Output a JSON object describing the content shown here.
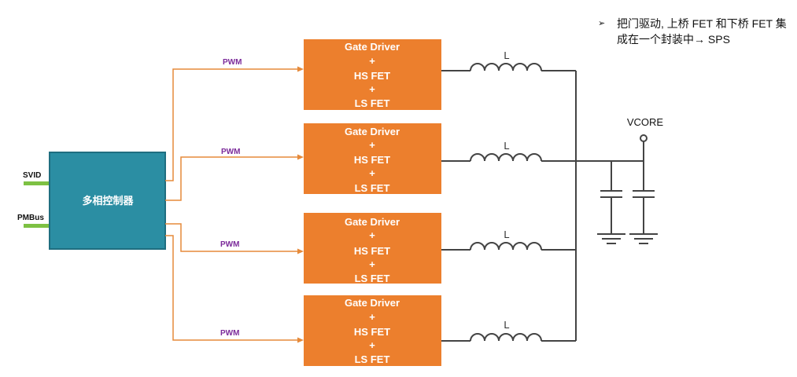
{
  "controller": {
    "label": "多相控制器",
    "inputs": [
      "SVID",
      "PMBus"
    ]
  },
  "phases": [
    {
      "pwm": "PWM",
      "driver": [
        "Gate Driver",
        "+",
        "HS FET",
        "+",
        "LS FET"
      ],
      "inductor": "L"
    },
    {
      "pwm": "PWM",
      "driver": [
        "Gate Driver",
        "+",
        "HS FET",
        "+",
        "LS FET"
      ],
      "inductor": "L"
    },
    {
      "pwm": "PWM",
      "driver": [
        "Gate Driver",
        "+",
        "HS FET",
        "+",
        "LS FET"
      ],
      "inductor": "L"
    },
    {
      "pwm": "PWM",
      "driver": [
        "Gate Driver",
        "+",
        "HS FET",
        "+",
        "LS FET"
      ],
      "inductor": "L"
    }
  ],
  "output": {
    "label": "VCORE"
  },
  "note": {
    "bullet": "➢",
    "text": "把门驱动, 上桥 FET 和下桥 FET 集成在一个封装中→ SPS"
  },
  "colors": {
    "driver_fill": "#ec7f2d",
    "controller_fill": "#2b8ea3",
    "controller_border": "#1f6e80",
    "wire": "#e68a3a",
    "input_bar": "#7dc143",
    "pwm_text": "#7b2a9a",
    "circuit": "#444444"
  }
}
